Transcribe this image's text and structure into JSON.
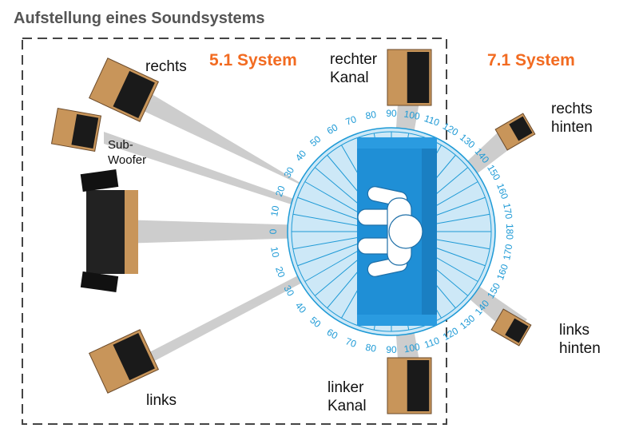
{
  "title": "Aufstellung eines Soundsystems",
  "systems": {
    "s51": "5.1 System",
    "s71": "7.1 System"
  },
  "labels": {
    "rechts": "rechts",
    "links": "links",
    "sub": "Sub-",
    "woofer": "Woofer",
    "rechter": "rechter",
    "rechter_kanal": "Kanal",
    "linker": "linker",
    "linker_kanal": "Kanal",
    "rechts_hinten_1": "rechts",
    "rechts_hinten_2": "hinten",
    "links_hinten_1": "links",
    "links_hinten_2": "hinten"
  },
  "dial": {
    "top": [
      "0",
      "10",
      "20",
      "30",
      "40",
      "50",
      "60",
      "70",
      "80",
      "90",
      "100",
      "110",
      "120",
      "130",
      "140",
      "150",
      "160",
      "170",
      "180"
    ],
    "bottom": [
      "10",
      "20",
      "30",
      "40",
      "50",
      "60",
      "70",
      "80",
      "90",
      "100",
      "110",
      "120",
      "130",
      "140",
      "150",
      "160",
      "170"
    ]
  },
  "colors": {
    "accent": "#f26b21",
    "dial": "#1e9ad6",
    "sofa": "#1f8fd6",
    "wood": "#c8955a"
  }
}
